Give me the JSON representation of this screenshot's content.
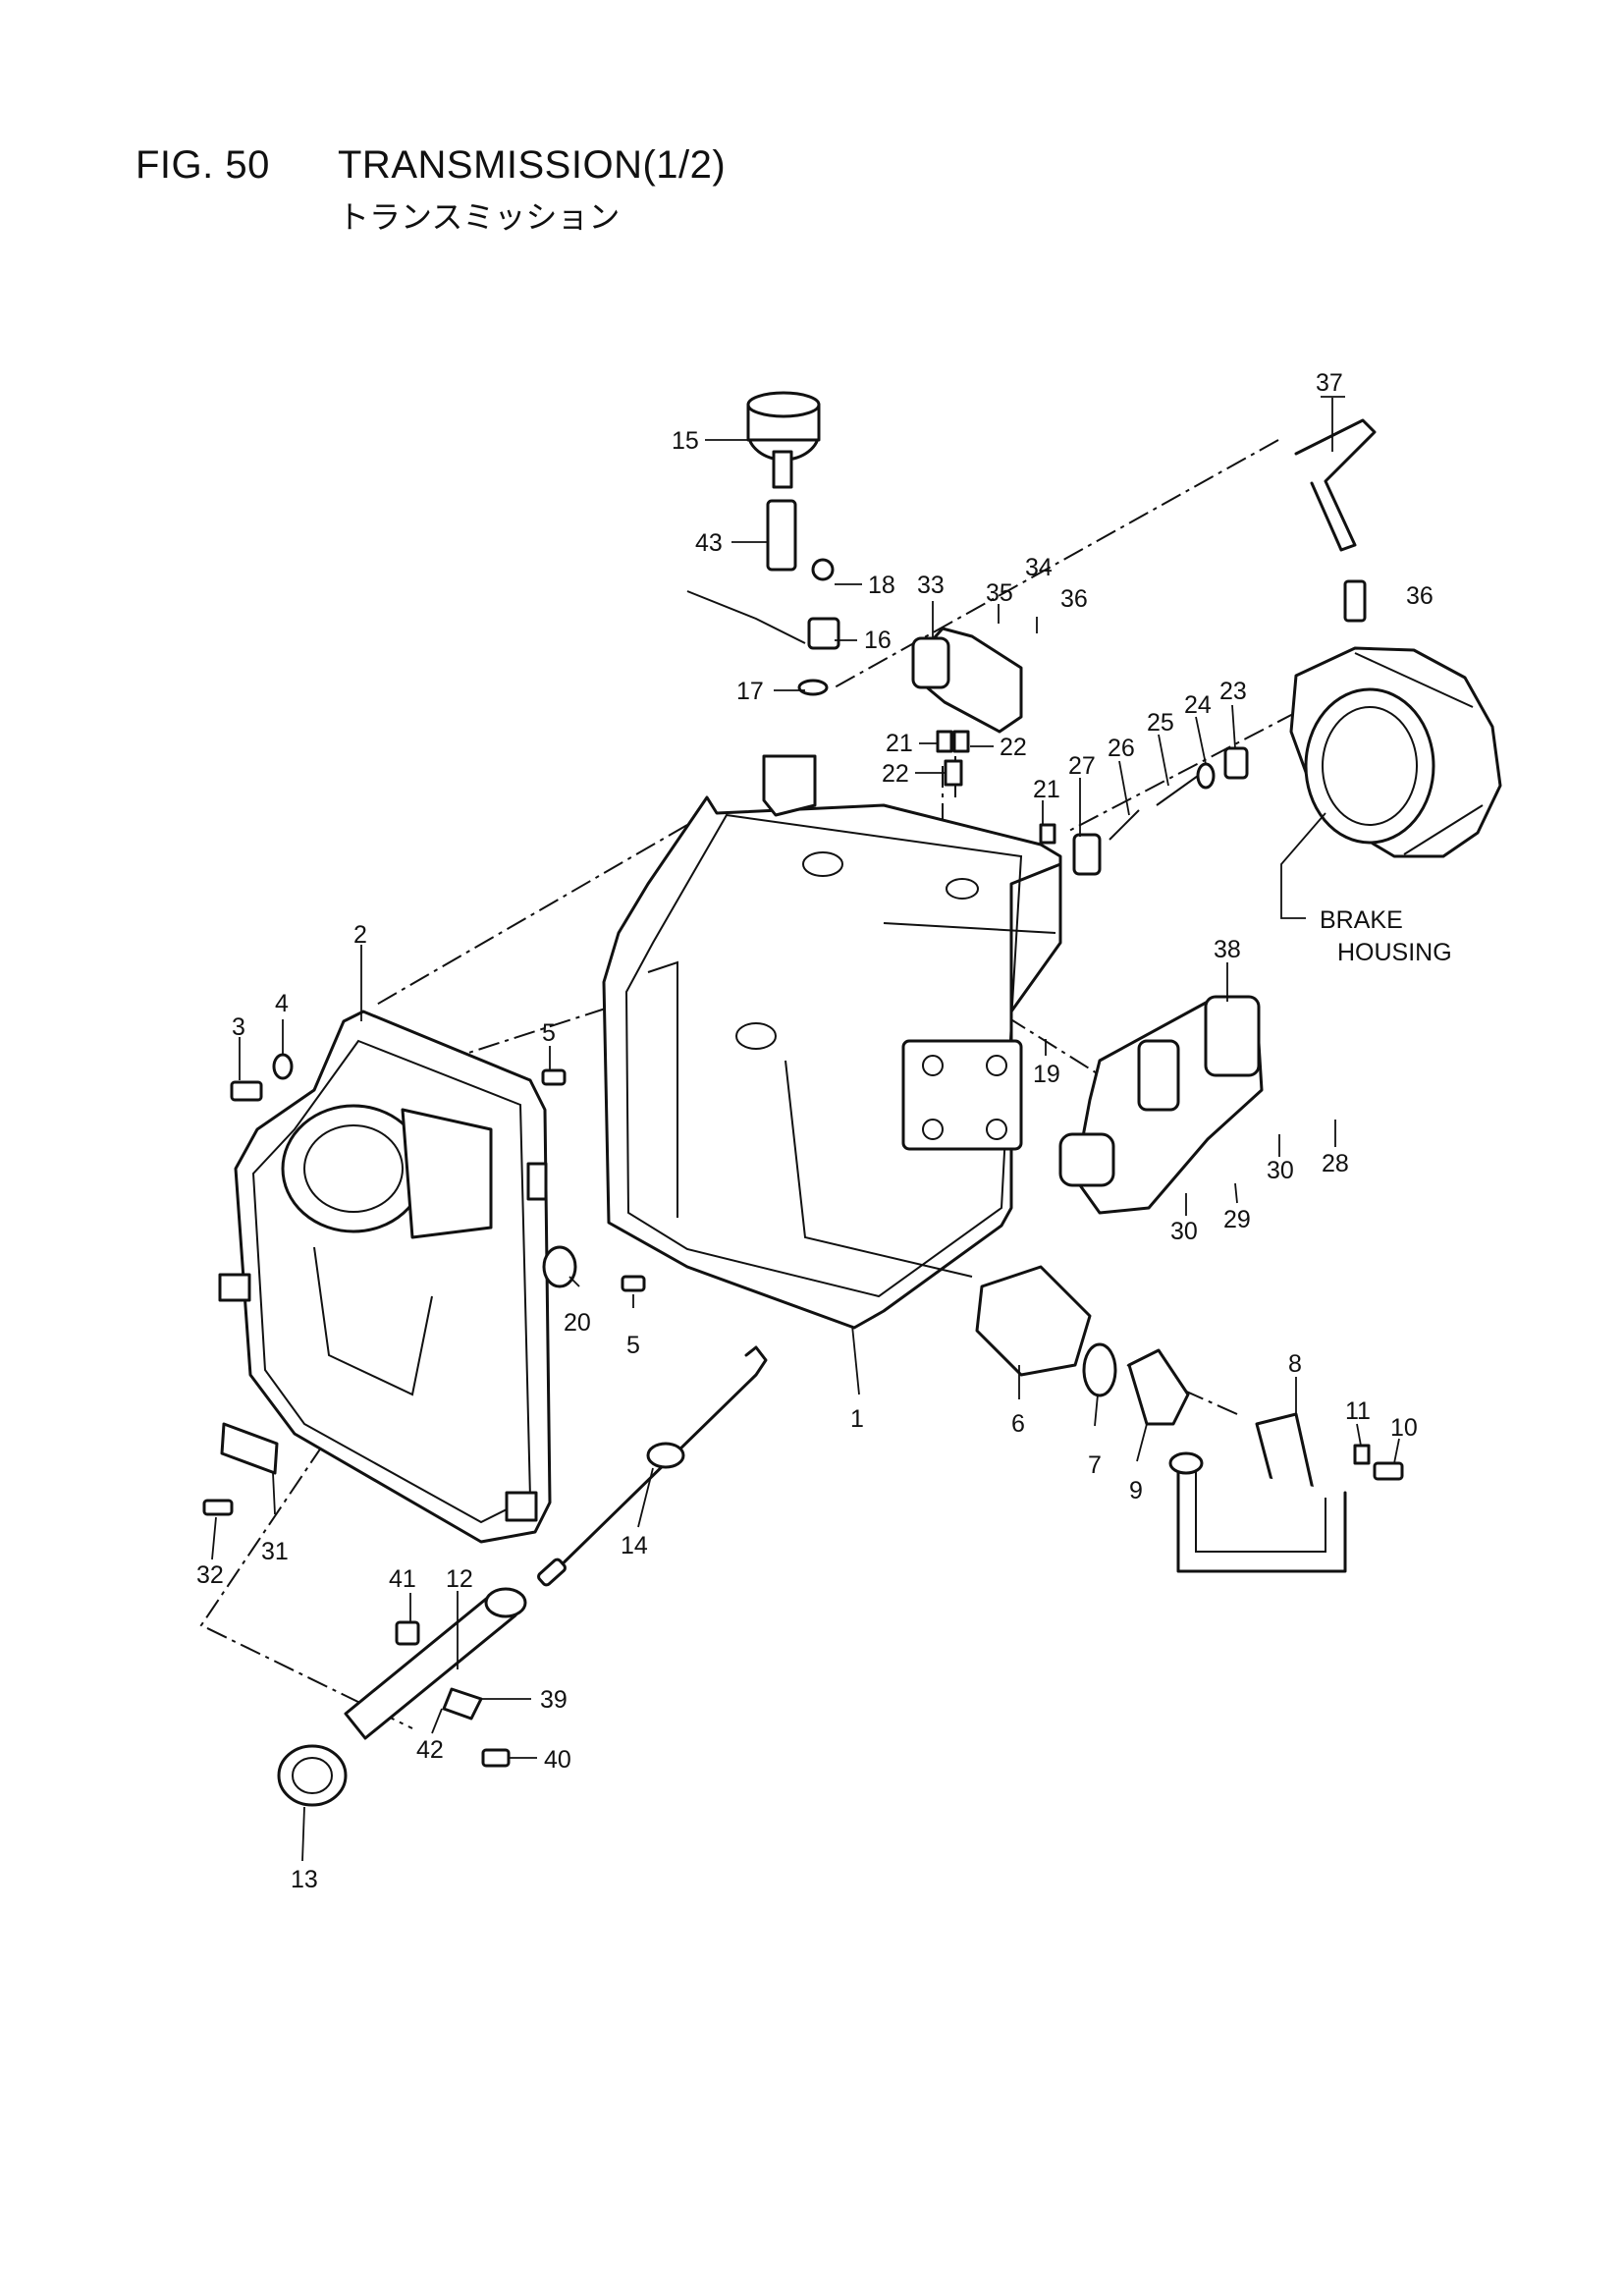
{
  "figure": {
    "number": "FIG. 50",
    "title": "TRANSMISSION(1/2)",
    "subtitle": "トランスミッション"
  },
  "callouts": [
    {
      "id": "1",
      "text": "1"
    },
    {
      "id": "2",
      "text": "2"
    },
    {
      "id": "3",
      "text": "3"
    },
    {
      "id": "4",
      "text": "4"
    },
    {
      "id": "5a",
      "text": "5"
    },
    {
      "id": "5b",
      "text": "5"
    },
    {
      "id": "6",
      "text": "6"
    },
    {
      "id": "7",
      "text": "7"
    },
    {
      "id": "8",
      "text": "8"
    },
    {
      "id": "9",
      "text": "9"
    },
    {
      "id": "10",
      "text": "10"
    },
    {
      "id": "11",
      "text": "11"
    },
    {
      "id": "12",
      "text": "12"
    },
    {
      "id": "13",
      "text": "13"
    },
    {
      "id": "14",
      "text": "14"
    },
    {
      "id": "15",
      "text": "15"
    },
    {
      "id": "16",
      "text": "16"
    },
    {
      "id": "17",
      "text": "17"
    },
    {
      "id": "18",
      "text": "18"
    },
    {
      "id": "19",
      "text": "19"
    },
    {
      "id": "20",
      "text": "20"
    },
    {
      "id": "21a",
      "text": "21"
    },
    {
      "id": "21b",
      "text": "21"
    },
    {
      "id": "22a",
      "text": "22"
    },
    {
      "id": "22b",
      "text": "22"
    },
    {
      "id": "23",
      "text": "23"
    },
    {
      "id": "24",
      "text": "24"
    },
    {
      "id": "25",
      "text": "25"
    },
    {
      "id": "26",
      "text": "26"
    },
    {
      "id": "27",
      "text": "27"
    },
    {
      "id": "28",
      "text": "28"
    },
    {
      "id": "29",
      "text": "29"
    },
    {
      "id": "30a",
      "text": "30"
    },
    {
      "id": "30b",
      "text": "30"
    },
    {
      "id": "31",
      "text": "31"
    },
    {
      "id": "32",
      "text": "32"
    },
    {
      "id": "33",
      "text": "33"
    },
    {
      "id": "34",
      "text": "34"
    },
    {
      "id": "35",
      "text": "35"
    },
    {
      "id": "36a",
      "text": "36"
    },
    {
      "id": "36b",
      "text": "36"
    },
    {
      "id": "37",
      "text": "37"
    },
    {
      "id": "38",
      "text": "38"
    },
    {
      "id": "39",
      "text": "39"
    },
    {
      "id": "40",
      "text": "40"
    },
    {
      "id": "41",
      "text": "41"
    },
    {
      "id": "42",
      "text": "42"
    },
    {
      "id": "43",
      "text": "43"
    }
  ],
  "annotation": {
    "line1": "BRAKE",
    "line2": "HOUSING"
  }
}
